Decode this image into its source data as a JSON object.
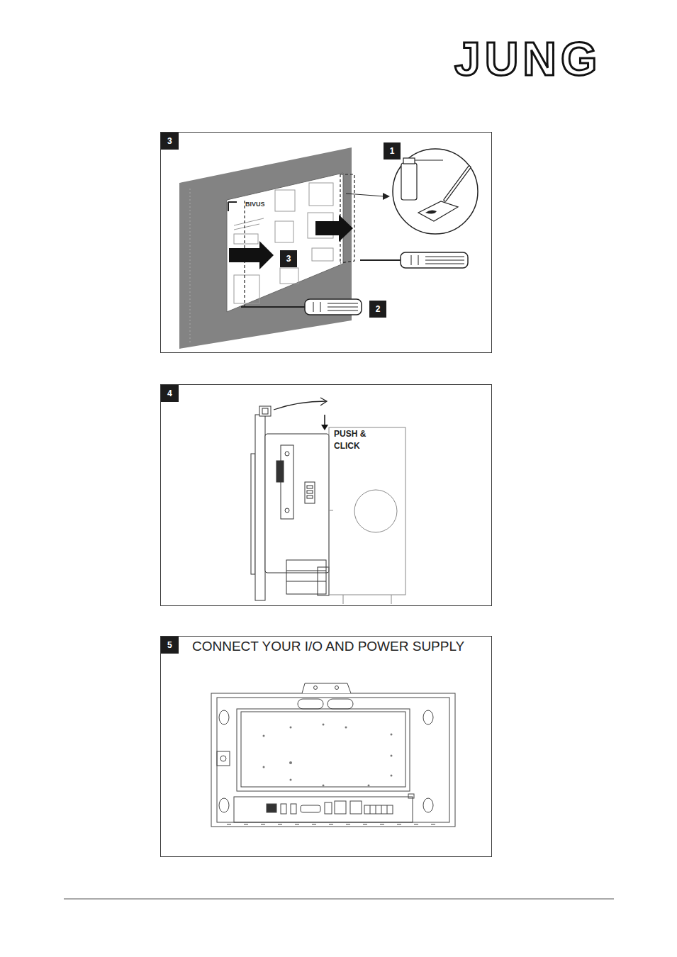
{
  "diagram": {
    "nodes": [
      {
        "text": [
          "3"
        ]
      },
      {
        "text": [
          "1"
        ],
        "in": 0
      },
      {
        "text": [
          "3"
        ],
        "in": 0
      },
      {
        "text": [
          "2"
        ],
        "in": 0
      },
      {
        "text": [
          "4"
        ]
      },
      {
        "text": [
          "5",
          "CONNECT YOUR I/O AND POWER SUPPLY"
        ]
      }
    ],
    "labels": [
      "JUNG",
      "BIVUS",
      "PUSH & CLICK"
    ]
  }
}
